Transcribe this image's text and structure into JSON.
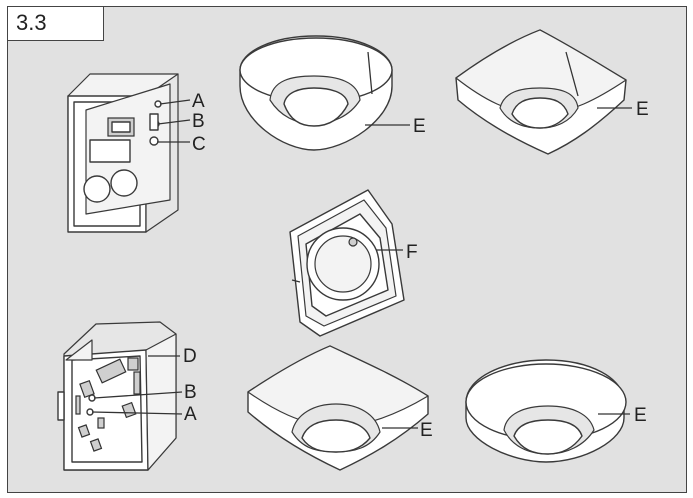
{
  "figure": {
    "number": "3.3"
  },
  "labels": {
    "a": "A",
    "b": "B",
    "c": "C",
    "d": "D",
    "e": "E",
    "f": "F"
  },
  "colors": {
    "panel_background": "#e1e1e1",
    "line": "#333333",
    "part_fill": "#ffffff"
  }
}
